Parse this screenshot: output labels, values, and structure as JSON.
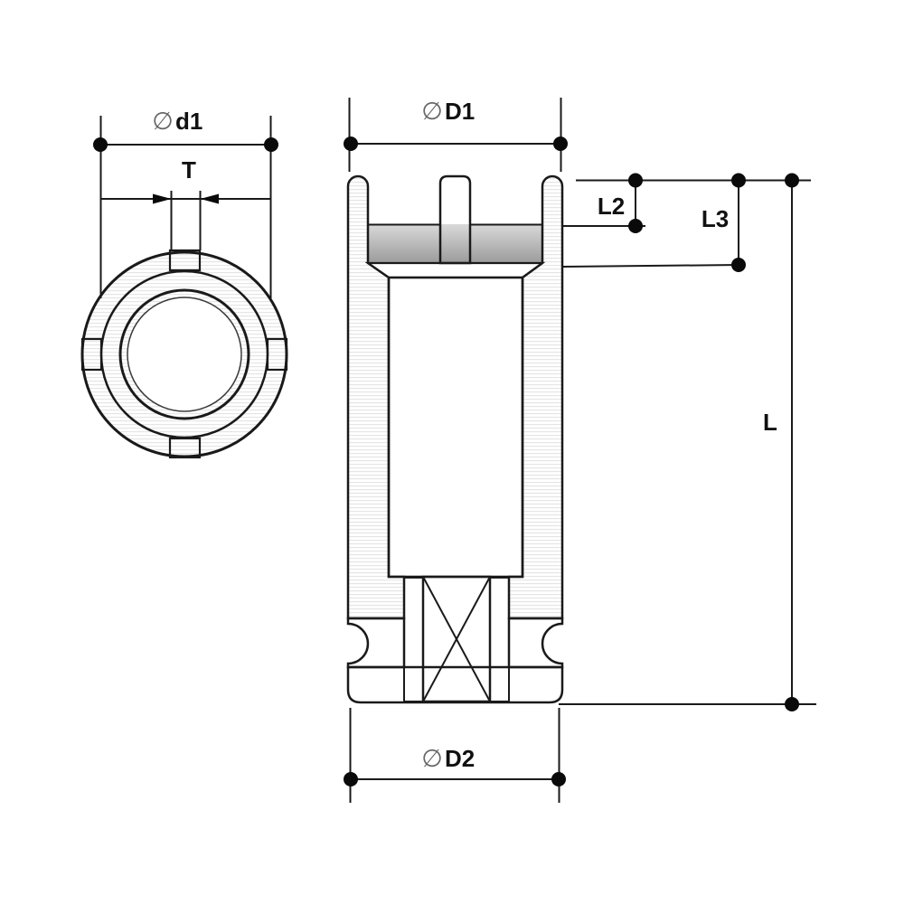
{
  "colors": {
    "line": "#1a1a1a",
    "dot": "#000000",
    "diameter_symbol": "#666666",
    "label": "#111111",
    "background": "#ffffff"
  },
  "dimensions": {
    "d1": {
      "symbol": "∅",
      "label": "d1"
    },
    "T": {
      "label": "T"
    },
    "D1": {
      "symbol": "∅",
      "label": "D1"
    },
    "L2": {
      "label": "L2"
    },
    "L3": {
      "label": "L3"
    },
    "L": {
      "label": "L"
    },
    "D2": {
      "symbol": "∅",
      "label": "D2"
    }
  }
}
